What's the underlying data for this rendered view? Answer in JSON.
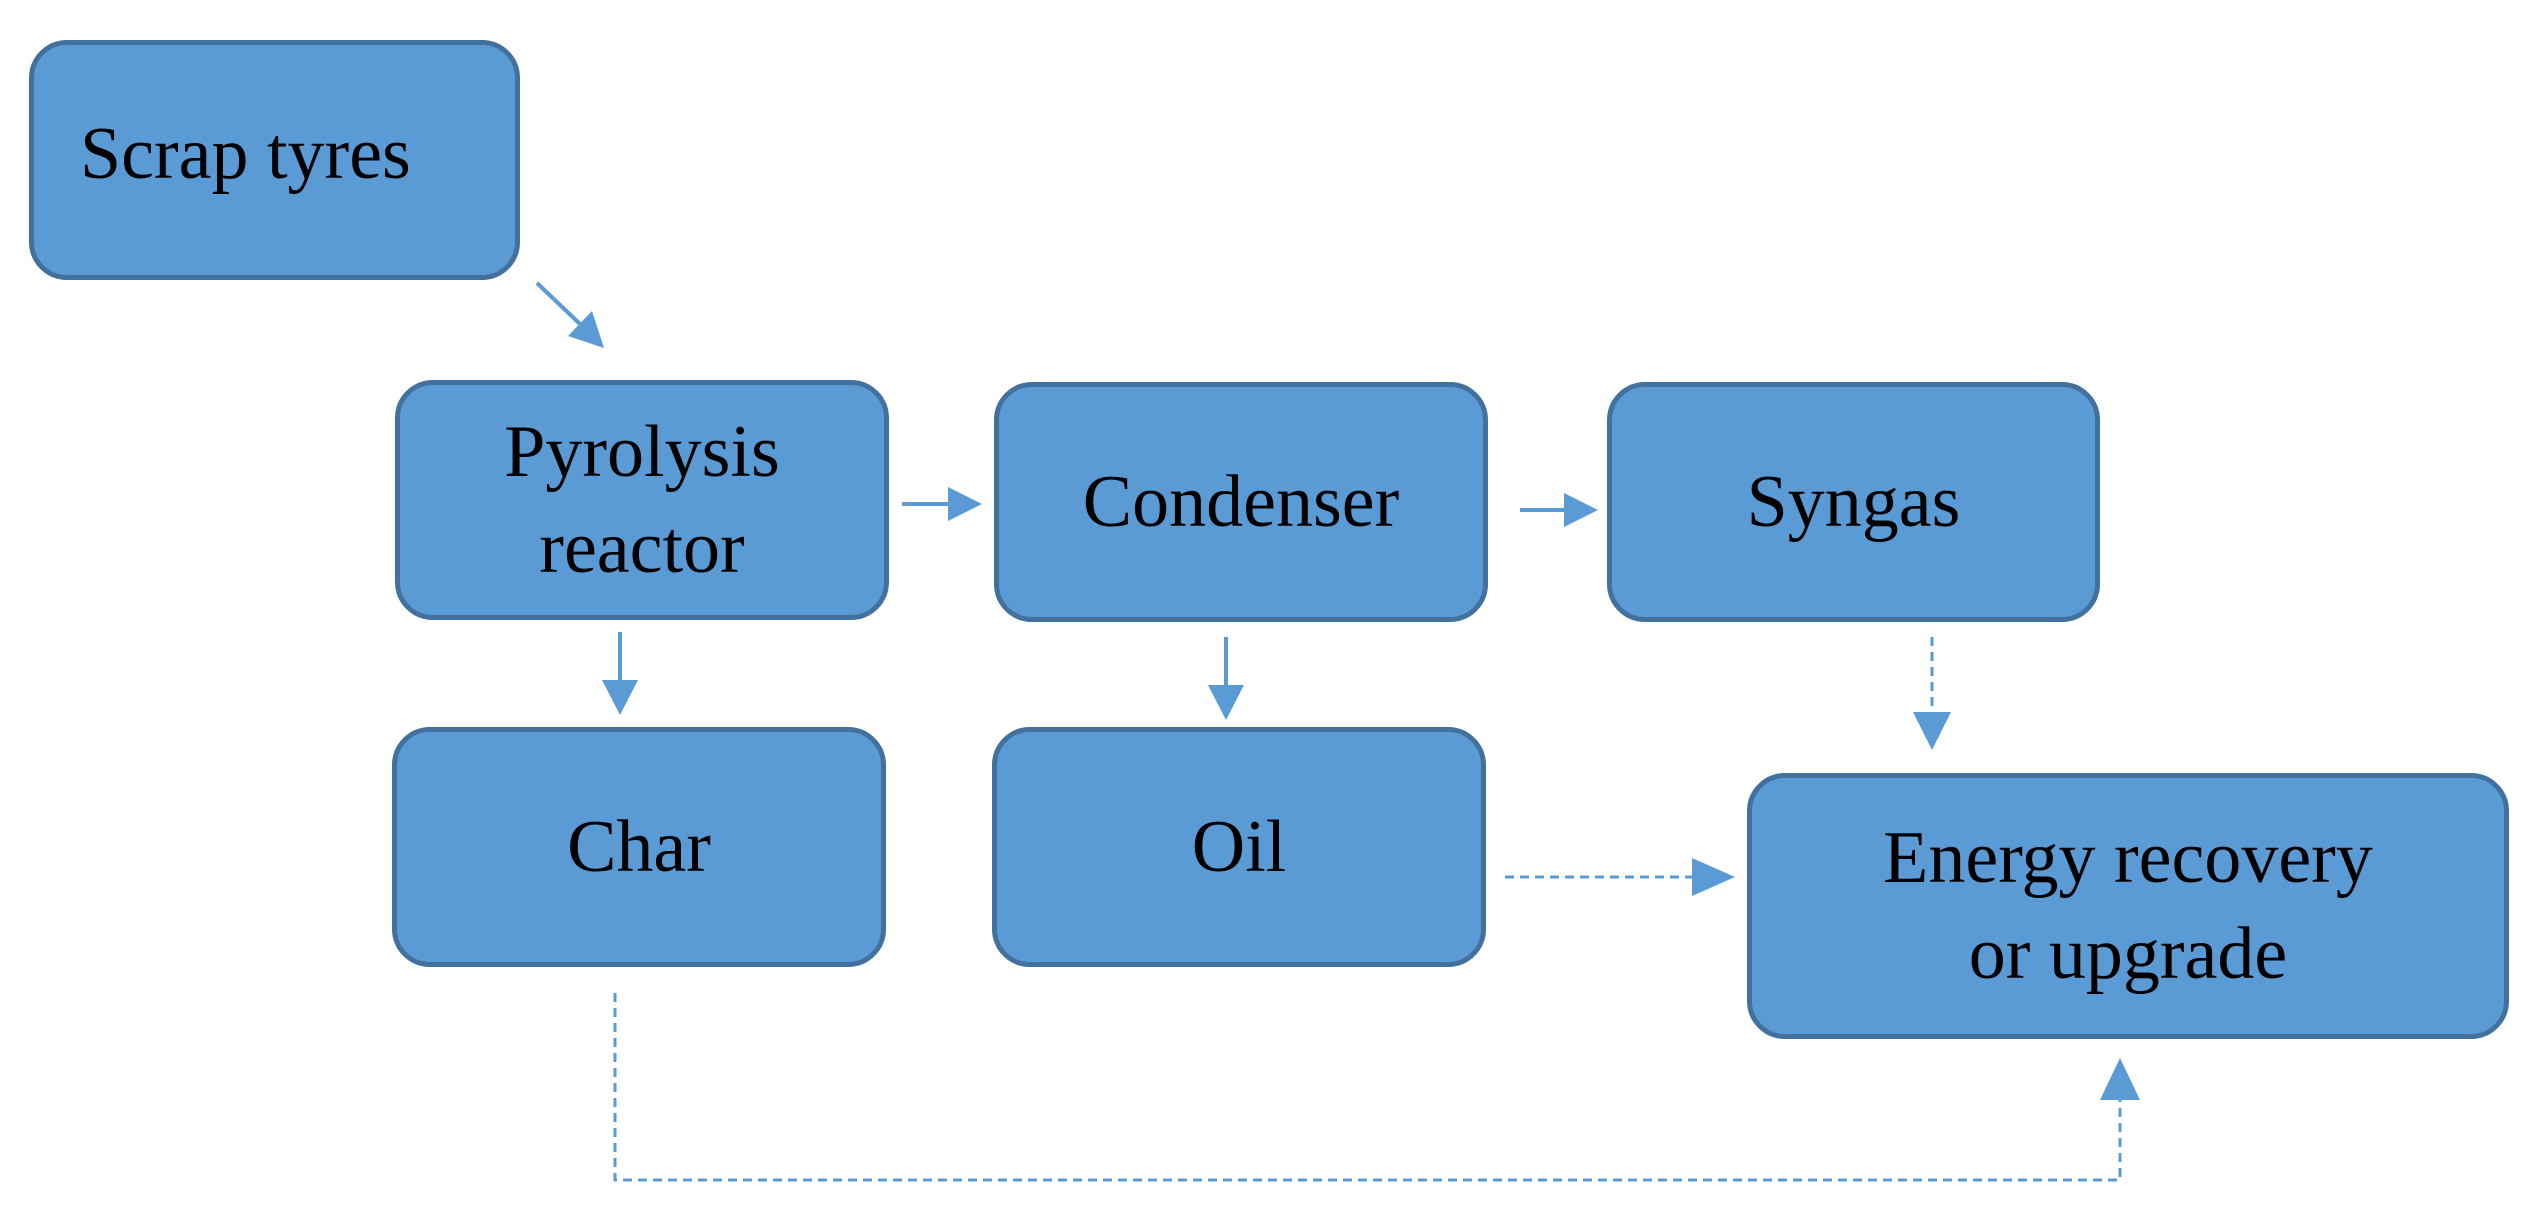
{
  "colors": {
    "node_fill": "#5b9bd5",
    "node_border": "#41719c",
    "arrow": "#5b9bd5",
    "text": "#000000"
  },
  "nodes": {
    "scrap_tyres": "Scrap tyres",
    "pyrolysis_reactor": "Pyrolysis\nreactor",
    "condenser": "Condenser",
    "syngas": "Syngas",
    "char": "Char",
    "oil": "Oil",
    "energy_recovery": "Energy recovery\nor upgrade"
  },
  "edges": [
    {
      "from": "scrap_tyres",
      "to": "pyrolysis_reactor",
      "style": "solid"
    },
    {
      "from": "pyrolysis_reactor",
      "to": "condenser",
      "style": "solid"
    },
    {
      "from": "condenser",
      "to": "syngas",
      "style": "solid"
    },
    {
      "from": "pyrolysis_reactor",
      "to": "char",
      "style": "solid"
    },
    {
      "from": "condenser",
      "to": "oil",
      "style": "solid"
    },
    {
      "from": "syngas",
      "to": "energy_recovery",
      "style": "dashed"
    },
    {
      "from": "oil",
      "to": "energy_recovery",
      "style": "dashed"
    },
    {
      "from": "char",
      "to": "energy_recovery",
      "style": "dashed"
    }
  ]
}
